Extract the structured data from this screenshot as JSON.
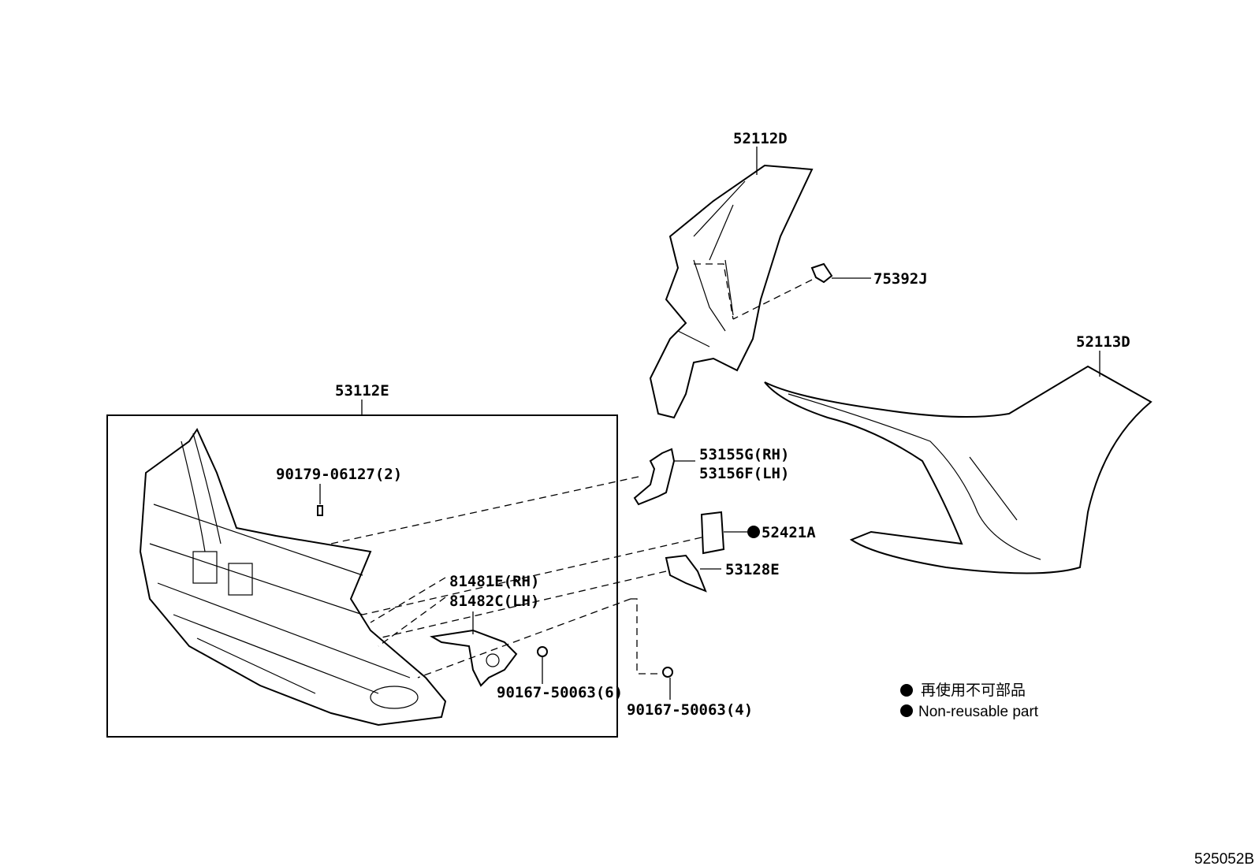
{
  "diagram": {
    "figure_id": "525052B",
    "parts": {
      "p52112D": "52112D",
      "p75392J": "75392J",
      "p52113D": "52113D",
      "p53112E": "53112E",
      "p90179": "90179-06127(2)",
      "p53155G": "53155G(RH)",
      "p53156F": "53156F(LH)",
      "p52421A": "52421A",
      "p53128E": "53128E",
      "p81481E": "81481E(RH)",
      "p81482C": "81482C(LH)",
      "p90167a": "90167-50063(6)",
      "p90167b": "90167-50063(4)"
    },
    "legend": {
      "jp": "再使用不可部品",
      "en": "Non-reusable part"
    },
    "colors": {
      "line": "#000000",
      "background": "#ffffff"
    }
  }
}
